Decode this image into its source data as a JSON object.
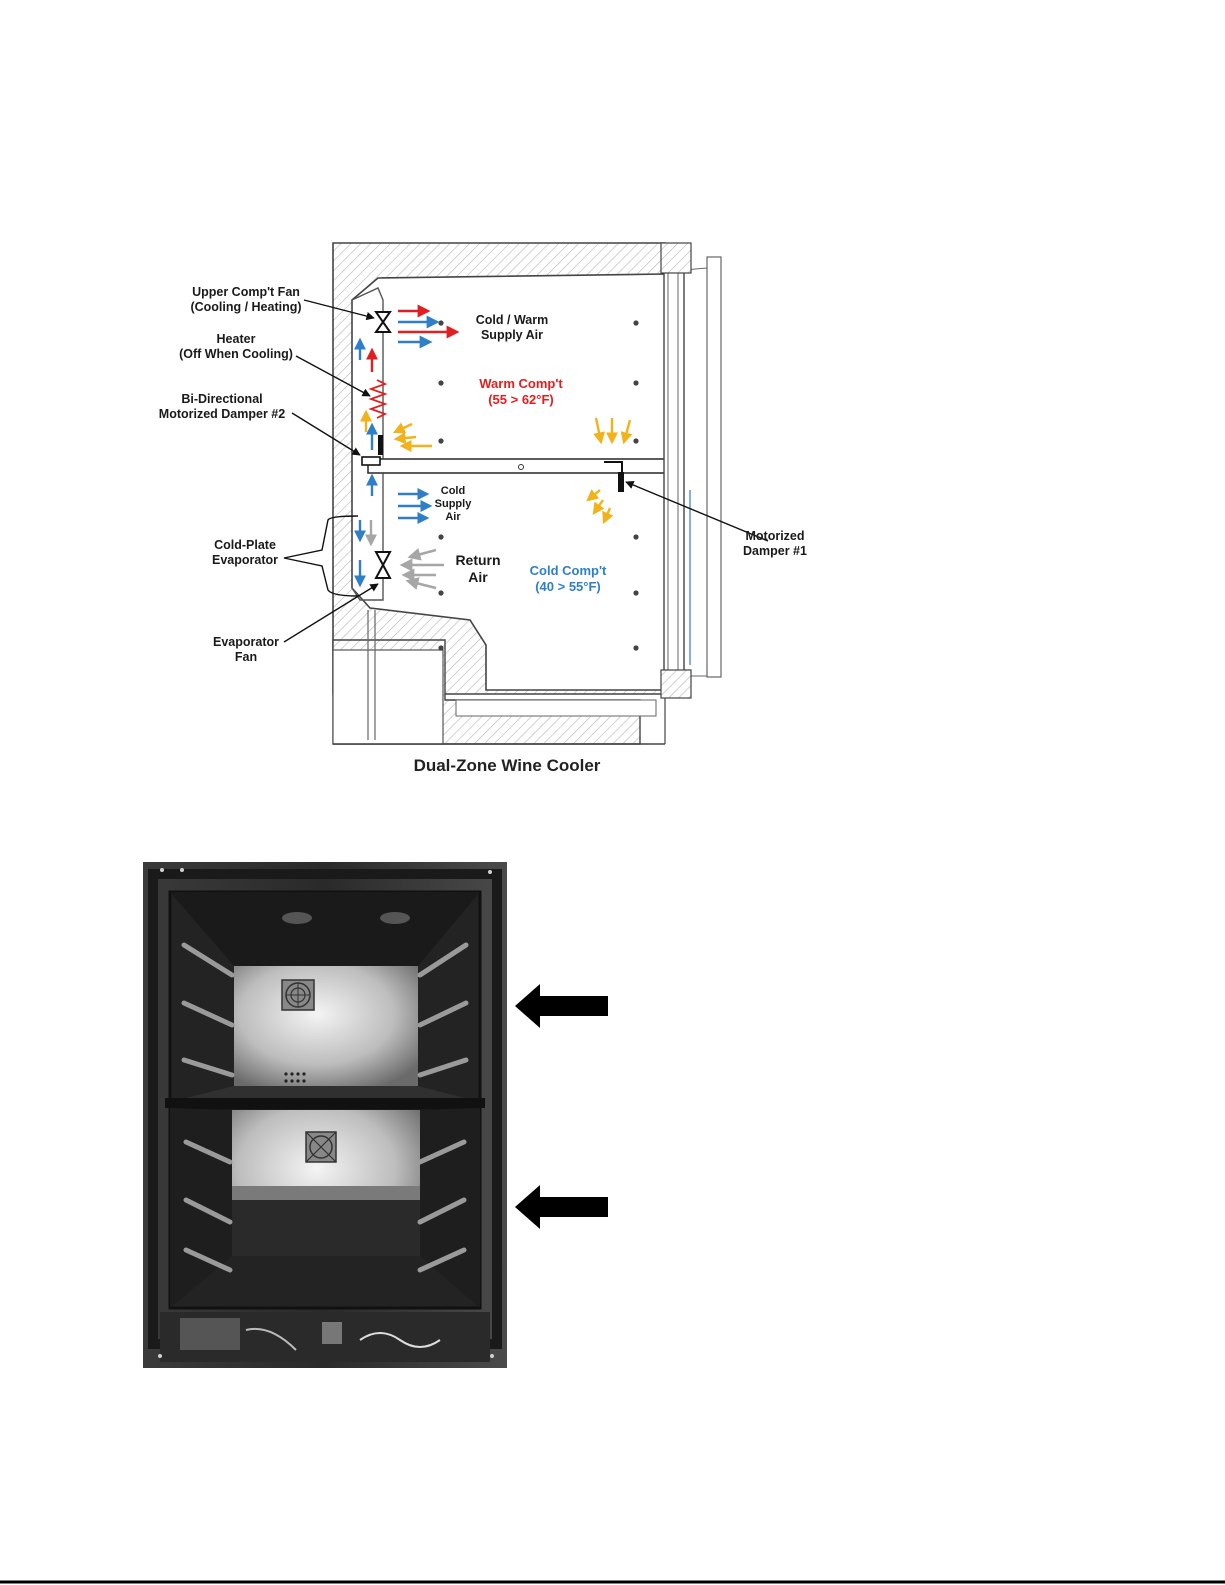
{
  "diagram": {
    "caption": "Dual-Zone Wine Cooler",
    "labels": {
      "upper_fan": [
        "Upper Comp't  Fan",
        "(Cooling / Heating)"
      ],
      "heater": [
        "Heater",
        "(Off When Cooling)"
      ],
      "damper2": [
        "Bi-Directional",
        "Motorized Damper #2"
      ],
      "cold_plate": [
        "Cold-Plate",
        "Evaporator"
      ],
      "evap_fan": [
        "Evaporator",
        "Fan"
      ],
      "supply_air_upper": [
        "Cold / Warm",
        "Supply Air"
      ],
      "warm_comp": [
        "Warm Comp't",
        "(55 > 62°F)"
      ],
      "cold_supply": [
        "Cold",
        "Supply",
        "Air"
      ],
      "return_air": [
        "Return",
        "Air"
      ],
      "cold_comp": [
        "Cold Comp't",
        "(40 > 55°F)"
      ],
      "damper1": [
        "Motorized",
        "Damper #1"
      ]
    },
    "colors": {
      "cold": "#2f7fc8",
      "warm": "#e02020",
      "airflow_yellow": "#f2b21a",
      "return_grey": "#a6a6a6",
      "structure": "#444444"
    }
  },
  "photo": {
    "description_icons": [
      "left-arrow-icon",
      "left-arrow-icon"
    ]
  }
}
